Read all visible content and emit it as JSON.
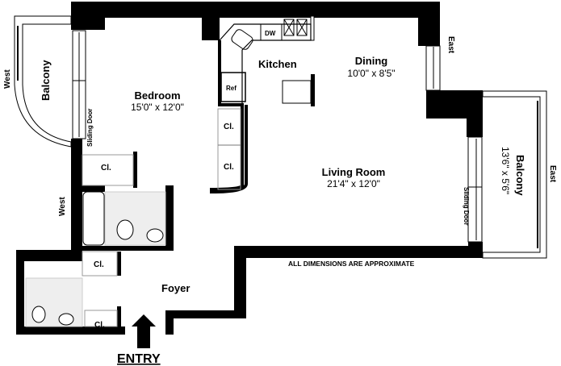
{
  "rooms": {
    "bedroom": {
      "name": "Bedroom",
      "dims": "15'0\" x 12'0\""
    },
    "kitchen": {
      "name": "Kitchen"
    },
    "dining": {
      "name": "Dining",
      "dims": "10'0\" x 8'5\""
    },
    "living_room": {
      "name": "Living Room",
      "dims": "21'4\" x 12'0\""
    },
    "balcony_west": {
      "name": "Balcony"
    },
    "balcony_east": {
      "name": "Balcony",
      "dims": "13'6\" x 5'6\""
    },
    "foyer": {
      "name": "Foyer"
    }
  },
  "labels": {
    "closet": "Cl.",
    "refrigerator": "Ref",
    "dishwasher": "DW",
    "sliding_door": "Sliding Door",
    "west": "West",
    "east": "East",
    "entry": "ENTRY",
    "note": "ALL DIMENSIONS ARE APPROXIMATE"
  }
}
